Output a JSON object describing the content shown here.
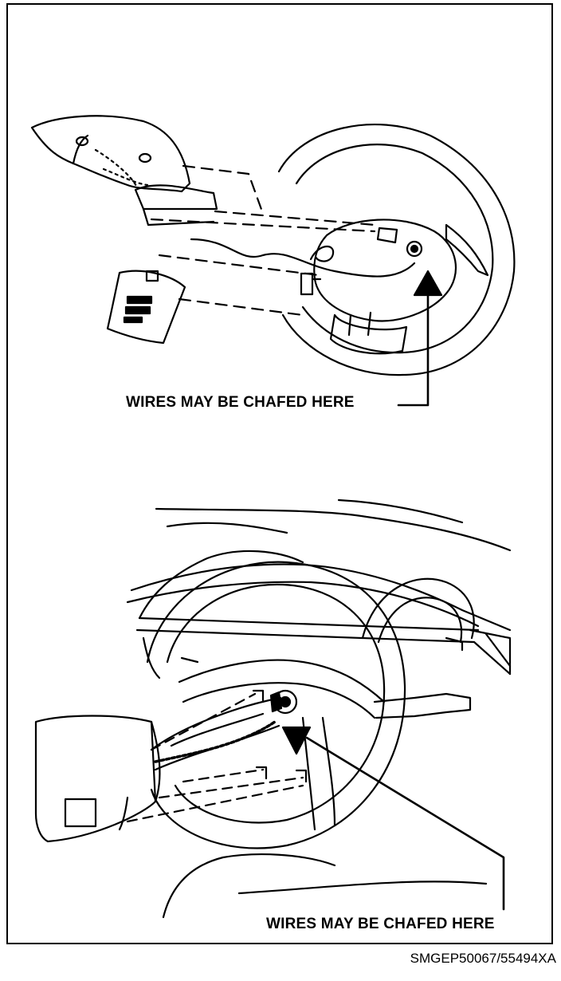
{
  "figure": {
    "callout_top": "WIRES MAY BE CHAFED HERE",
    "callout_bottom": "WIRES MAY BE CHAFED HERE",
    "figure_code": "SMGEP50067/55494XA"
  },
  "colors": {
    "line": "#000000",
    "background": "#ffffff"
  }
}
